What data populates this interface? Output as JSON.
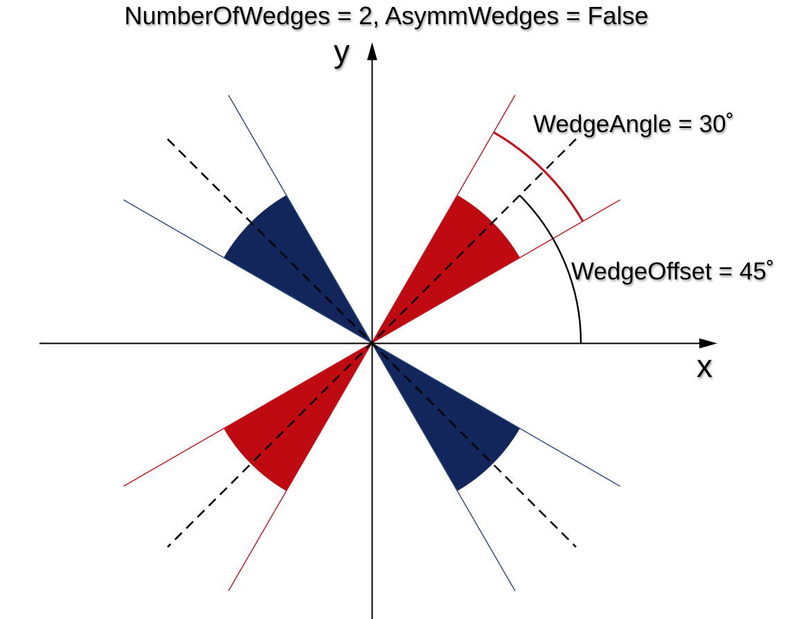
{
  "figure": {
    "title": "NumberOfWedges = 2, AsymmWedges = False",
    "x_axis_label": "x",
    "y_axis_label": "y",
    "annotations": {
      "wedge_angle": "WedgeAngle = 30˚",
      "wedge_offset": "WedgeOffset = 45˚"
    },
    "parameters": {
      "NumberOfWedges": 2,
      "AsymmWedges": "False",
      "WedgeAngle_deg": 30,
      "WedgeOffset_deg": 45
    },
    "wedges": [
      {
        "name": "red-wedge-pair",
        "center_angles_deg": [
          45,
          225
        ],
        "span_deg": 30,
        "fill": "#BE0A10"
      },
      {
        "name": "navy-wedge-pair",
        "center_angles_deg": [
          135,
          315
        ],
        "span_deg": 30,
        "fill": "#12265B"
      }
    ],
    "colors": {
      "red_fill": "#BE0A10",
      "red_line": "#C8101A",
      "navy_fill": "#12265B",
      "navy_line": "#27457F",
      "axis": "#000000"
    }
  }
}
